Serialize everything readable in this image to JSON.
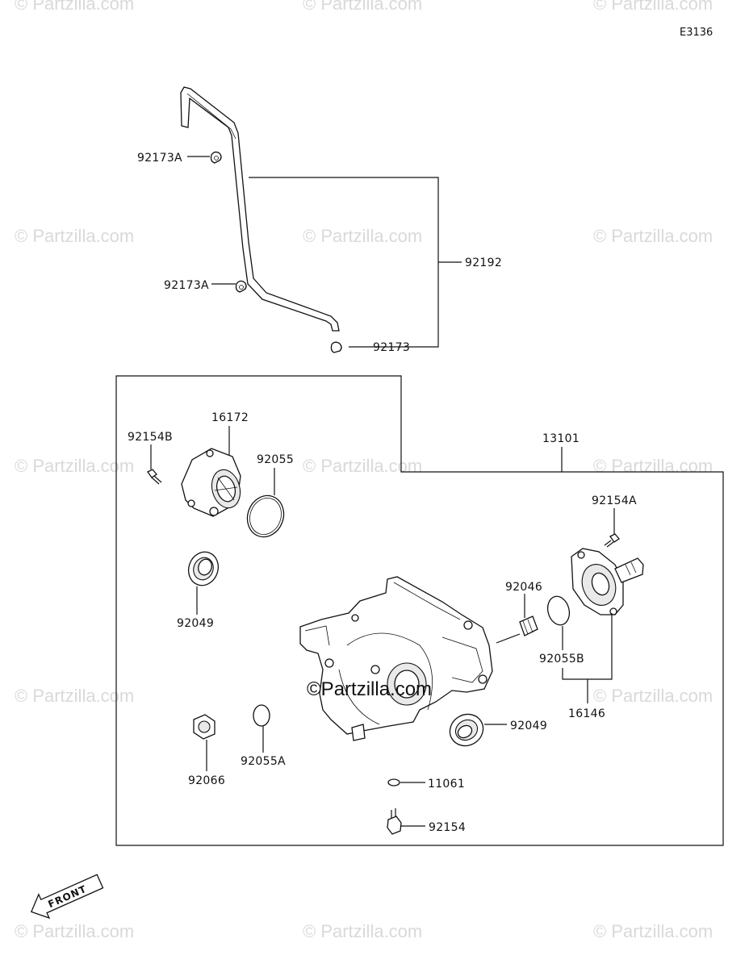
{
  "diagram_code": "E3136",
  "front_label": "FRONT",
  "watermark": "© Partzilla.com",
  "watermark_center": "©Partzilla.com",
  "parts": {
    "p92173A_top": "92173A",
    "p92173A_mid": "92173A",
    "p92192": "92192",
    "p92173": "92173",
    "p16172": "16172",
    "p92154B": "92154B",
    "p92055": "92055",
    "p13101": "13101",
    "p92154A": "92154A",
    "p92049_left": "92049",
    "p92046": "92046",
    "p92055B": "92055B",
    "p16146": "16146",
    "p92049_right": "92049",
    "p92066": "92066",
    "p92055A": "92055A",
    "p11061": "11061",
    "p92154": "92154"
  }
}
